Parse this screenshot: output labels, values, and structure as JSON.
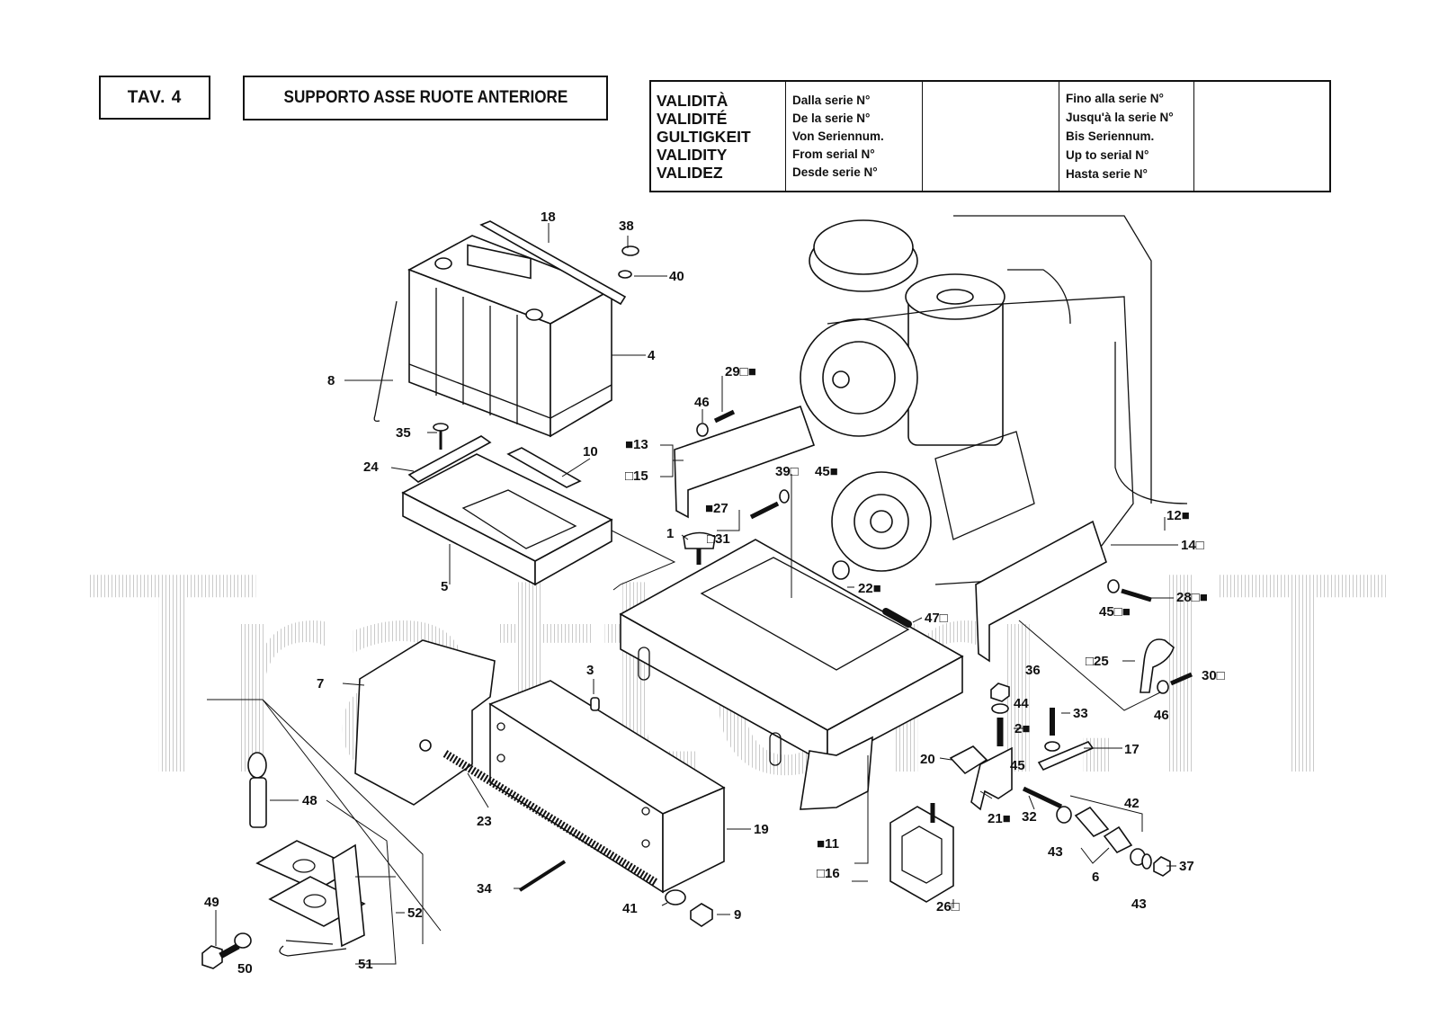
{
  "header": {
    "tav_label": "TAV. 4",
    "title": "SUPPORTO ASSE RUOTE ANTERIORE"
  },
  "validity": {
    "labels": [
      "VALIDITÀ",
      "VALIDITÉ",
      "GULTIGKEIT",
      "VALIDITY",
      "VALIDEZ"
    ],
    "from_labels": [
      "Dalla serie N°",
      "De la serie N°",
      "Von Seriennum.",
      "From serial N°",
      "Desde serie N°"
    ],
    "from_value": "",
    "to_labels": [
      "Fino alla serie N°",
      "Jusqu'à la serie N°",
      "Bis Seriennum.",
      "Up to serial N°",
      "Hasta serie N°"
    ],
    "to_value": ""
  },
  "watermark": {
    "text": "Trattori.IT",
    "color": "#c8c8c8"
  },
  "callouts": [
    "18",
    "38",
    "40",
    "4",
    "8",
    "29□■",
    "46",
    "35",
    "10",
    "24",
    "■13",
    "□15",
    "39□",
    "45■",
    "■27",
    "1",
    "□31",
    "5",
    "22■",
    "12■",
    "14□",
    "28□■",
    "45□■",
    "47□",
    "□25",
    "30□",
    "7",
    "3",
    "36",
    "44",
    "33",
    "2■",
    "46",
    "20",
    "45",
    "17",
    "23",
    "19",
    "48",
    "21■",
    "32",
    "42",
    "■11",
    "43",
    "6",
    "□16",
    "37",
    "34",
    "41",
    "9",
    "26□",
    "43",
    "49",
    "52",
    "50",
    "51"
  ]
}
